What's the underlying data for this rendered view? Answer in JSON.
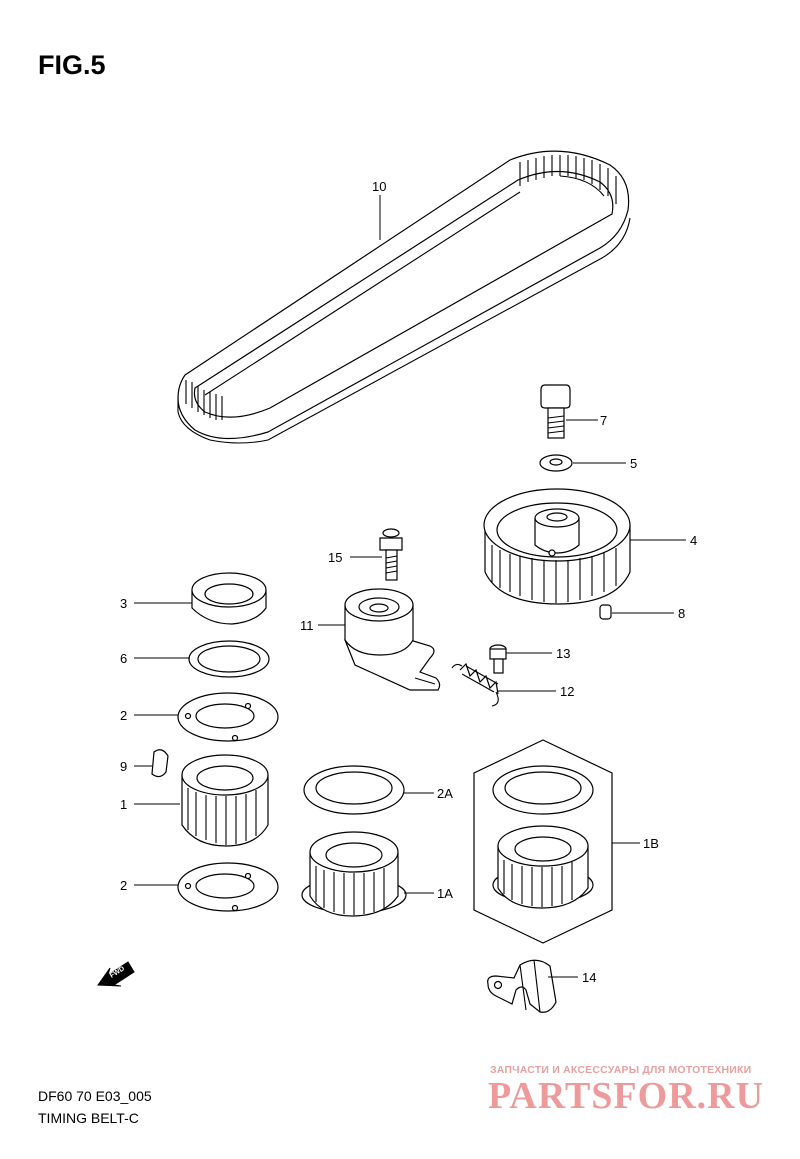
{
  "figure": {
    "title": "FIG.5"
  },
  "footer": {
    "code": "DF60 70 E03_005",
    "name": "TIMING BELT-C"
  },
  "fwd_icon": {
    "label": "FWD"
  },
  "watermark": {
    "subtitle": "ЗАПЧАСТИ И АКСЕССУАРЫ ДЛЯ МОТОТЕХНИКИ",
    "brand": "PARTSFOR.RU"
  },
  "callouts": {
    "c10": "10",
    "c7": "7",
    "c5": "5",
    "c4": "4",
    "c8": "8",
    "c15": "15",
    "c11": "11",
    "c13": "13",
    "c12": "12",
    "c3": "3",
    "c6": "6",
    "c2a": "2",
    "c9": "9",
    "c1": "1",
    "c2b": "2",
    "c2A": "2A",
    "c1A": "1A",
    "c1B": "1B",
    "c14": "14"
  }
}
